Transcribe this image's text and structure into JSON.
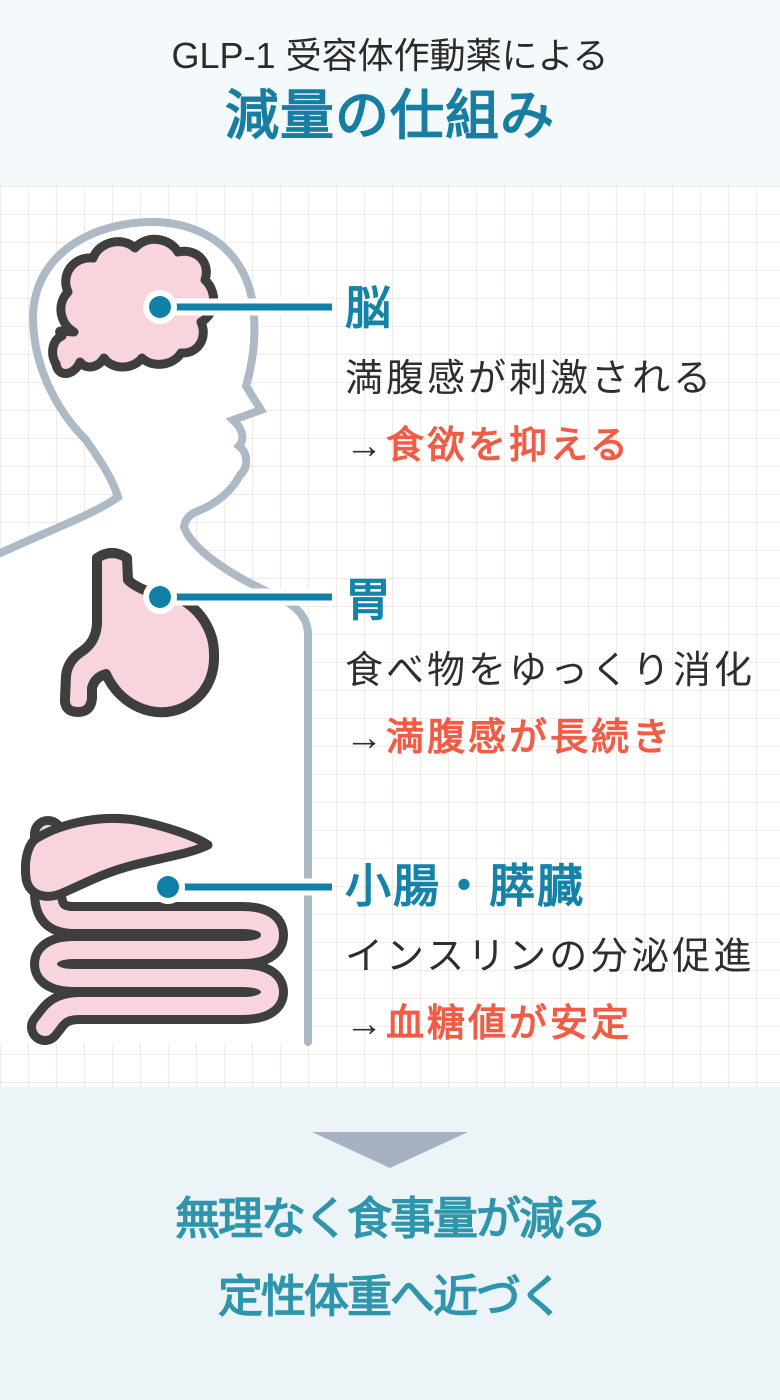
{
  "title": {
    "line1": "GLP-1 受容体作動薬による",
    "line2": "減量の仕組み"
  },
  "sections": [
    {
      "organ": "脳",
      "description": "満腹感が刺激される",
      "arrow": "→",
      "effect": "食欲を抑える"
    },
    {
      "organ": "胃",
      "description": "食べ物をゆっくり消化",
      "arrow": "→",
      "effect": "満腹感が長続き"
    },
    {
      "organ": "小腸・膵臓",
      "description": "インスリンの分泌促進",
      "arrow": "→",
      "effect": "血糖値が安定"
    }
  ],
  "conclusion": {
    "line1": "無理なく食事量が減る",
    "line2": "定性体重へ近づく"
  },
  "icons": {
    "down_arrow": "down-triangle-arrow",
    "body": "human-profile-silhouette",
    "organs": [
      "brain",
      "stomach",
      "small-intestine",
      "pancreas"
    ]
  },
  "colors": {
    "label_teal": "#1583a8",
    "title_teal": "#177ea1",
    "conclusion_teal": "#2e95ad",
    "highlight_red": "#f05c45",
    "organ_fill_pink": "#f8d4dd",
    "organ_outline": "#3e3e3e",
    "silhouette_gray": "#aeb9c6",
    "triangle_gray": "#a6b2c1",
    "text_dark": "#2b2b2b"
  }
}
